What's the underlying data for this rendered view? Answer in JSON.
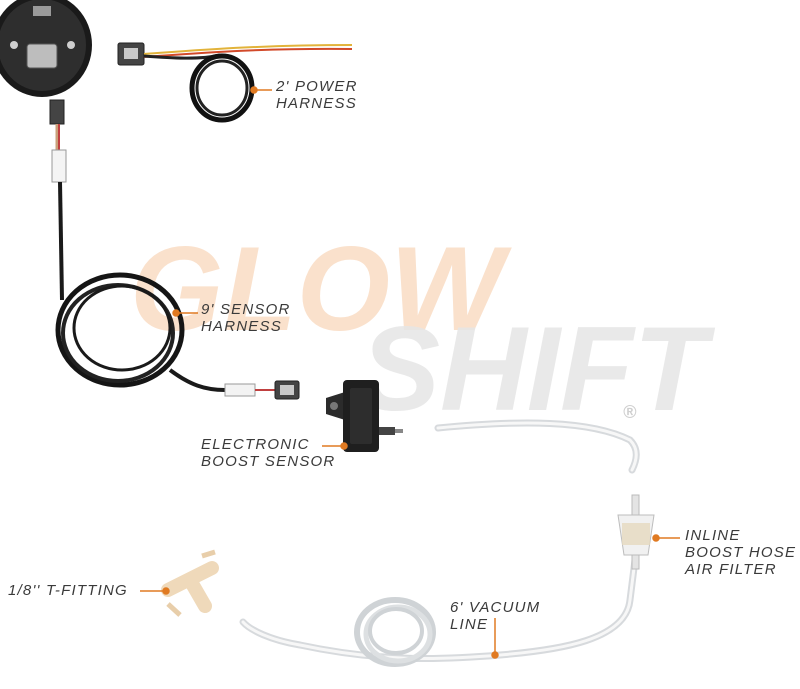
{
  "brand": {
    "word1": "GLOW",
    "word2": "SHIFT",
    "mark": "®",
    "colors": {
      "glow": "#f6c9a4",
      "shift": "#e9e9e9",
      "leader": "#e07a22"
    }
  },
  "labels": {
    "power_harness": [
      "2' POWER",
      "HARNESS"
    ],
    "sensor_harness": [
      "9' SENSOR",
      "HARNESS"
    ],
    "boost_sensor": [
      "ELECTRONIC",
      "BOOST SENSOR"
    ],
    "air_filter": [
      "INLINE",
      "BOOST HOSE",
      "AIR FILTER"
    ],
    "t_fitting": [
      "1/8'' T-FITTING"
    ],
    "vacuum_line": [
      "6' VACUUM",
      "LINE"
    ]
  }
}
